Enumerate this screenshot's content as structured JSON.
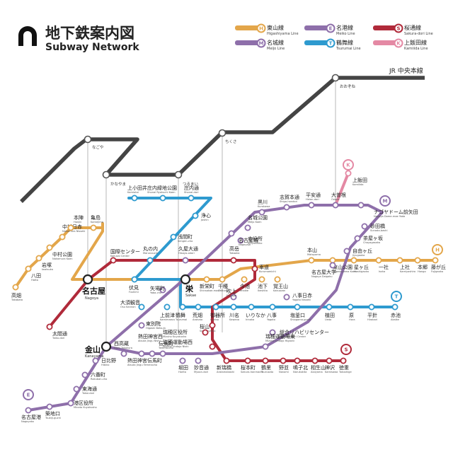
{
  "title": {
    "jp": "地下鉄案内図",
    "en": "Subway Network"
  },
  "lines": {
    "higashiyama": {
      "code": "H",
      "jp": "東山線",
      "en": "Higashiyama Line",
      "color": "#E3A64A"
    },
    "meijo": {
      "code": "M",
      "jp": "名城線",
      "en": "Meijo Line",
      "color": "#8E6FAA"
    },
    "meiko": {
      "code": "E",
      "jp": "名港線",
      "en": "Meiko Line",
      "color": "#8E6FAA"
    },
    "tsurumai": {
      "code": "T",
      "jp": "鶴舞線",
      "en": "Tsurumai Line",
      "color": "#2E9ACF"
    },
    "sakuradori": {
      "code": "S",
      "jp": "桜通線",
      "en": "Sakura-dori Line",
      "color": "#B02A3A"
    },
    "kamiiida": {
      "code": "K",
      "jp": "上飯田線",
      "en": "Kamiiida Line",
      "color": "#E489A4"
    }
  },
  "jr": {
    "label": "JR 中央本線",
    "color": "#444444",
    "stations": [
      "なごや",
      "かなやま",
      "つるまい",
      "ちくさ",
      "おおぞね"
    ]
  },
  "hubs": [
    {
      "jp": "名古屋",
      "en": "Nagoya"
    },
    {
      "jp": "栄",
      "en": "Sakae"
    },
    {
      "jp": "金山",
      "en": "Kanayama"
    }
  ],
  "stations": [
    {
      "jp": "高畑",
      "en": "Takabata"
    },
    {
      "jp": "八田",
      "en": "Hatta"
    },
    {
      "jp": "岩塚",
      "en": "Iwatsuka"
    },
    {
      "jp": "中村公園",
      "en": "Nakamura Koen"
    },
    {
      "jp": "中村日赤",
      "en": "Nakamura Nisseki"
    },
    {
      "jp": "本陣",
      "en": "Honjin"
    },
    {
      "jp": "亀島",
      "en": "Kamejima"
    },
    {
      "jp": "太閤通",
      "en": "Taiko-dori"
    },
    {
      "jp": "伏見",
      "en": "Fushimi"
    },
    {
      "jp": "国際センター",
      "en": "Kokusai Center"
    },
    {
      "jp": "丸の内",
      "en": "Marunouchi"
    },
    {
      "jp": "久屋大通",
      "en": "Hisaya-odori"
    },
    {
      "jp": "浅間町",
      "en": "Sengen-cho"
    },
    {
      "jp": "浄心",
      "en": "Joshin"
    },
    {
      "jp": "庄内通",
      "en": "Shonai-dori"
    },
    {
      "jp": "庄内緑地公園",
      "en": "Shonai Ryokuchi Koen"
    },
    {
      "jp": "上小田井",
      "en": "Kamiotai"
    },
    {
      "jp": "大須観音",
      "en": "Osu Kannon"
    },
    {
      "jp": "上前津",
      "en": "Kamimaezu"
    },
    {
      "jp": "鶴舞",
      "en": "Tsurumai"
    },
    {
      "jp": "荒畑",
      "en": "Arahata"
    },
    {
      "jp": "御器所",
      "en": "Gokiso"
    },
    {
      "jp": "川名",
      "en": "Kawana"
    },
    {
      "jp": "いりなか",
      "en": "Irinaka"
    },
    {
      "jp": "八事",
      "en": "Yagoto"
    },
    {
      "jp": "塩釜口",
      "en": "Shiogama-guchi"
    },
    {
      "jp": "植田",
      "en": "Ueda"
    },
    {
      "jp": "原",
      "en": "Hara"
    },
    {
      "jp": "平針",
      "en": "Hirabari"
    },
    {
      "jp": "赤池",
      "en": "Akaike"
    },
    {
      "jp": "新栄町",
      "en": "Shinsakae-machi"
    },
    {
      "jp": "千種",
      "en": "Chikusa"
    },
    {
      "jp": "今池",
      "en": "Imaike"
    },
    {
      "jp": "池下",
      "en": "Ikeshita"
    },
    {
      "jp": "覚王山",
      "en": "Kakuozan"
    },
    {
      "jp": "本山",
      "en": "Motoyama"
    },
    {
      "jp": "東山公園",
      "en": "Higashiyama Koen"
    },
    {
      "jp": "星ヶ丘",
      "en": "Hoshigaoka"
    },
    {
      "jp": "一社",
      "en": "Issha"
    },
    {
      "jp": "上社",
      "en": "Kamiyashiro"
    },
    {
      "jp": "本郷",
      "en": "Hongo"
    },
    {
      "jp": "藤が丘",
      "en": "Fujigaoka"
    },
    {
      "jp": "車道",
      "en": "Kurumamichi"
    },
    {
      "jp": "吹上",
      "en": "Fukiage"
    },
    {
      "jp": "高岳",
      "en": "Takaoka"
    },
    {
      "jp": "桜山",
      "en": "Sakurayama"
    },
    {
      "jp": "瑞穂区役所",
      "en": "Mizuho Kuyakusho"
    },
    {
      "jp": "瑞穂運動場西",
      "en": "Mizuho Undojo Nishi"
    },
    {
      "jp": "新瑞橋",
      "en": "Aratamabashi"
    },
    {
      "jp": "桜本町",
      "en": "Sakura-honmachi"
    },
    {
      "jp": "鶴里",
      "en": "Tsurusato"
    },
    {
      "jp": "野並",
      "en": "Nonami"
    },
    {
      "jp": "鳴子北",
      "en": "Narukokita"
    },
    {
      "jp": "相生山",
      "en": "Aioiyama"
    },
    {
      "jp": "神沢",
      "en": "Kamisawa"
    },
    {
      "jp": "徳重",
      "en": "Tokushige"
    },
    {
      "jp": "市役所",
      "en": "Shiyakusho"
    },
    {
      "jp": "名古屋城",
      "en": "Nagoyajo"
    },
    {
      "jp": "名城公園",
      "en": "Meijo Koen"
    },
    {
      "jp": "黒川",
      "en": "Kurokawa"
    },
    {
      "jp": "志賀本通",
      "en": "Shiga-hondori"
    },
    {
      "jp": "平安通",
      "en": "Heian-dori"
    },
    {
      "jp": "大曽根",
      "en": "Ozone"
    },
    {
      "jp": "ナゴヤドーム前矢田",
      "en": "Nagoya Dome-mae Yada"
    },
    {
      "jp": "砂田橋",
      "en": "Sunada-bashi"
    },
    {
      "jp": "茶屋ヶ坂",
      "en": "Chayagasaka"
    },
    {
      "jp": "自由ヶ丘",
      "en": "Jiyugaoka"
    },
    {
      "jp": "名古屋大学",
      "en": "Nagoya Daigaku"
    },
    {
      "jp": "八事日赤",
      "en": "Yagoto Nisseki"
    },
    {
      "jp": "総合リハビリセンター",
      "en": "Sogo Rihabiri Center"
    },
    {
      "jp": "瑞穂運動場東",
      "en": "Mizuho Undojo Higashi"
    },
    {
      "jp": "妙音通",
      "en": "Myoon-dori"
    },
    {
      "jp": "堀田",
      "en": "Horita"
    },
    {
      "jp": "伝馬町",
      "en": "Temma-cho"
    },
    {
      "jp": "熱田神宮伝馬町",
      "en": "Atsuta Jingu Temmacho"
    },
    {
      "jp": "熱田神宮西",
      "en": "Atsuta Jingu Nishi"
    },
    {
      "jp": "西高蔵",
      "en": "Nishi Takakura"
    },
    {
      "jp": "東別院",
      "en": "Higashi Betsuin"
    },
    {
      "jp": "矢場町",
      "en": "Yaba-cho"
    },
    {
      "jp": "日比野",
      "en": "Hibino"
    },
    {
      "jp": "六番町",
      "en": "Rokuban-cho"
    },
    {
      "jp": "東海通",
      "en": "Tokai-dori"
    },
    {
      "jp": "港区役所",
      "en": "Minato Kuyakusho"
    },
    {
      "jp": "築地口",
      "en": "Tsukiji-guchi"
    },
    {
      "jp": "名古屋港",
      "en": "Nagoyako"
    },
    {
      "jp": "上飯田",
      "en": "Kamiiida"
    }
  ]
}
